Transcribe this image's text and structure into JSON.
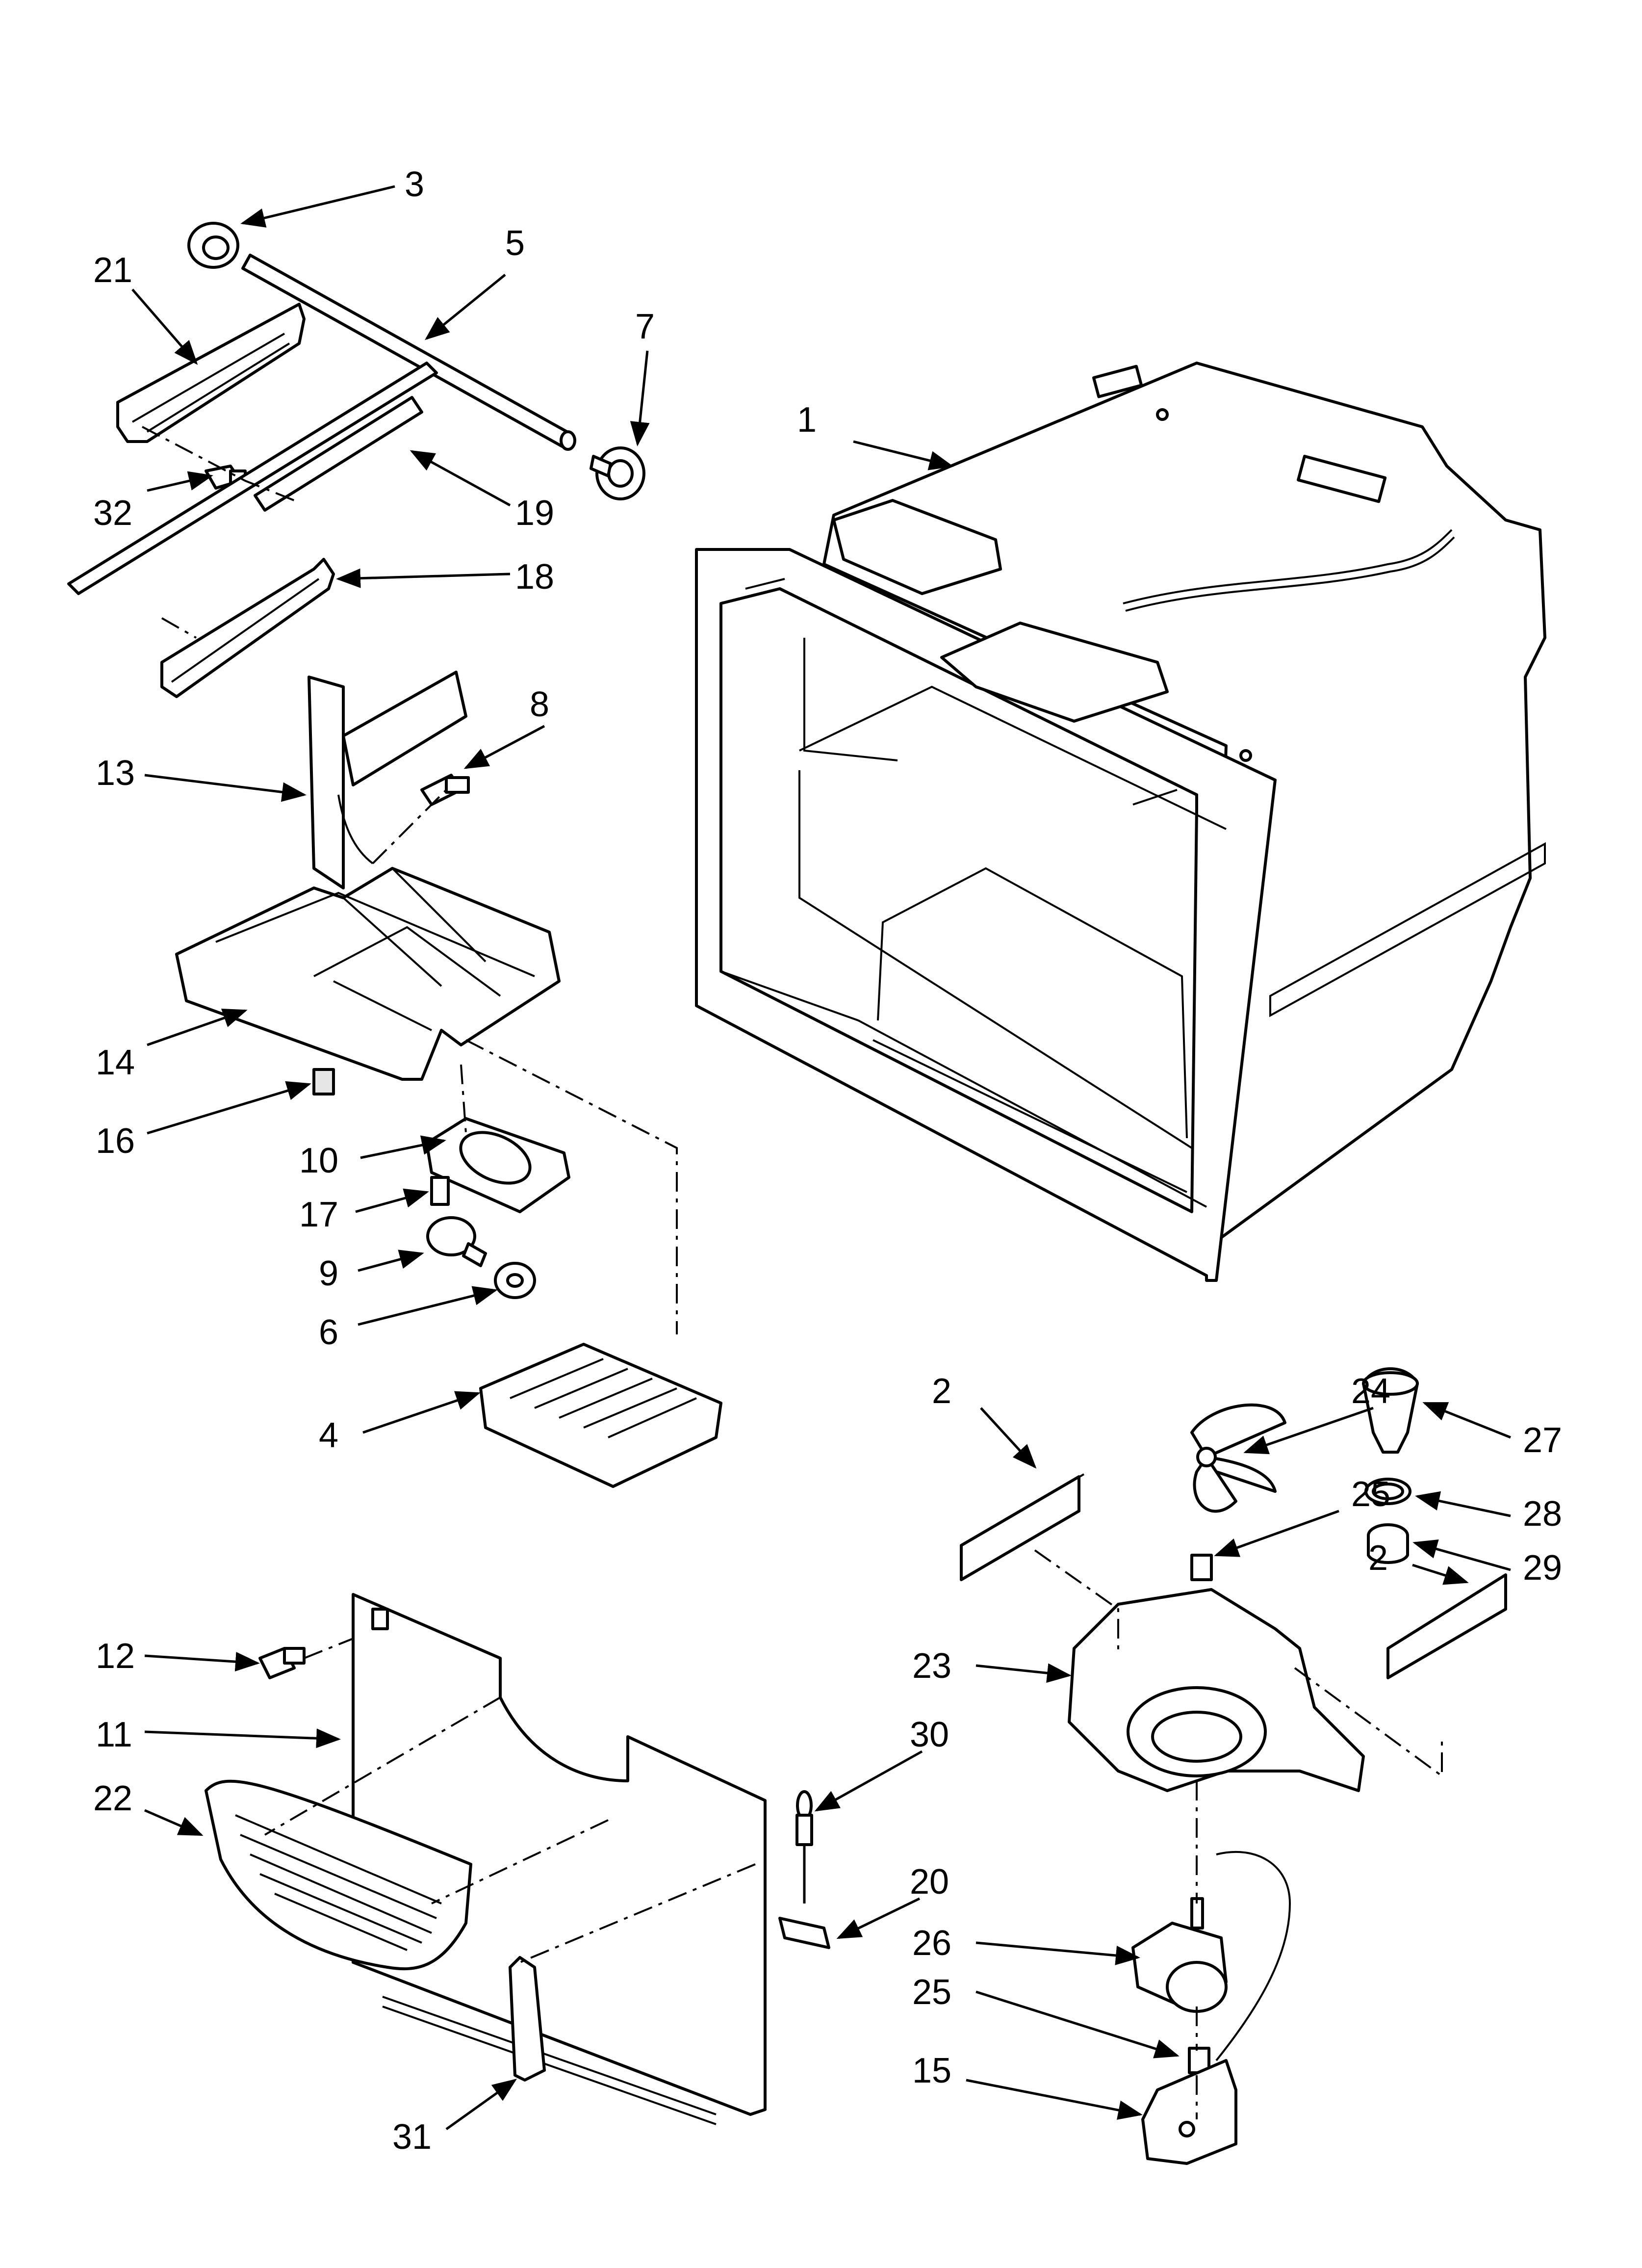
{
  "diagram": {
    "callouts": [
      {
        "id": "1",
        "label": "1"
      },
      {
        "id": "2a",
        "label": "2"
      },
      {
        "id": "2b",
        "label": "2"
      },
      {
        "id": "3",
        "label": "3"
      },
      {
        "id": "4",
        "label": "4"
      },
      {
        "id": "5",
        "label": "5"
      },
      {
        "id": "6",
        "label": "6"
      },
      {
        "id": "7",
        "label": "7"
      },
      {
        "id": "8",
        "label": "8"
      },
      {
        "id": "9",
        "label": "9"
      },
      {
        "id": "10",
        "label": "10"
      },
      {
        "id": "11",
        "label": "11"
      },
      {
        "id": "12",
        "label": "12"
      },
      {
        "id": "13",
        "label": "13"
      },
      {
        "id": "14",
        "label": "14"
      },
      {
        "id": "15",
        "label": "15"
      },
      {
        "id": "16",
        "label": "16"
      },
      {
        "id": "17",
        "label": "17"
      },
      {
        "id": "18",
        "label": "18"
      },
      {
        "id": "19",
        "label": "19"
      },
      {
        "id": "20",
        "label": "20"
      },
      {
        "id": "21",
        "label": "21"
      },
      {
        "id": "22",
        "label": "22"
      },
      {
        "id": "23",
        "label": "23"
      },
      {
        "id": "24",
        "label": "24"
      },
      {
        "id": "25a",
        "label": "25"
      },
      {
        "id": "25b",
        "label": "25"
      },
      {
        "id": "26",
        "label": "26"
      },
      {
        "id": "27",
        "label": "27"
      },
      {
        "id": "28",
        "label": "28"
      },
      {
        "id": "29",
        "label": "29"
      },
      {
        "id": "30",
        "label": "30"
      },
      {
        "id": "31",
        "label": "31"
      },
      {
        "id": "32",
        "label": "32"
      }
    ]
  }
}
